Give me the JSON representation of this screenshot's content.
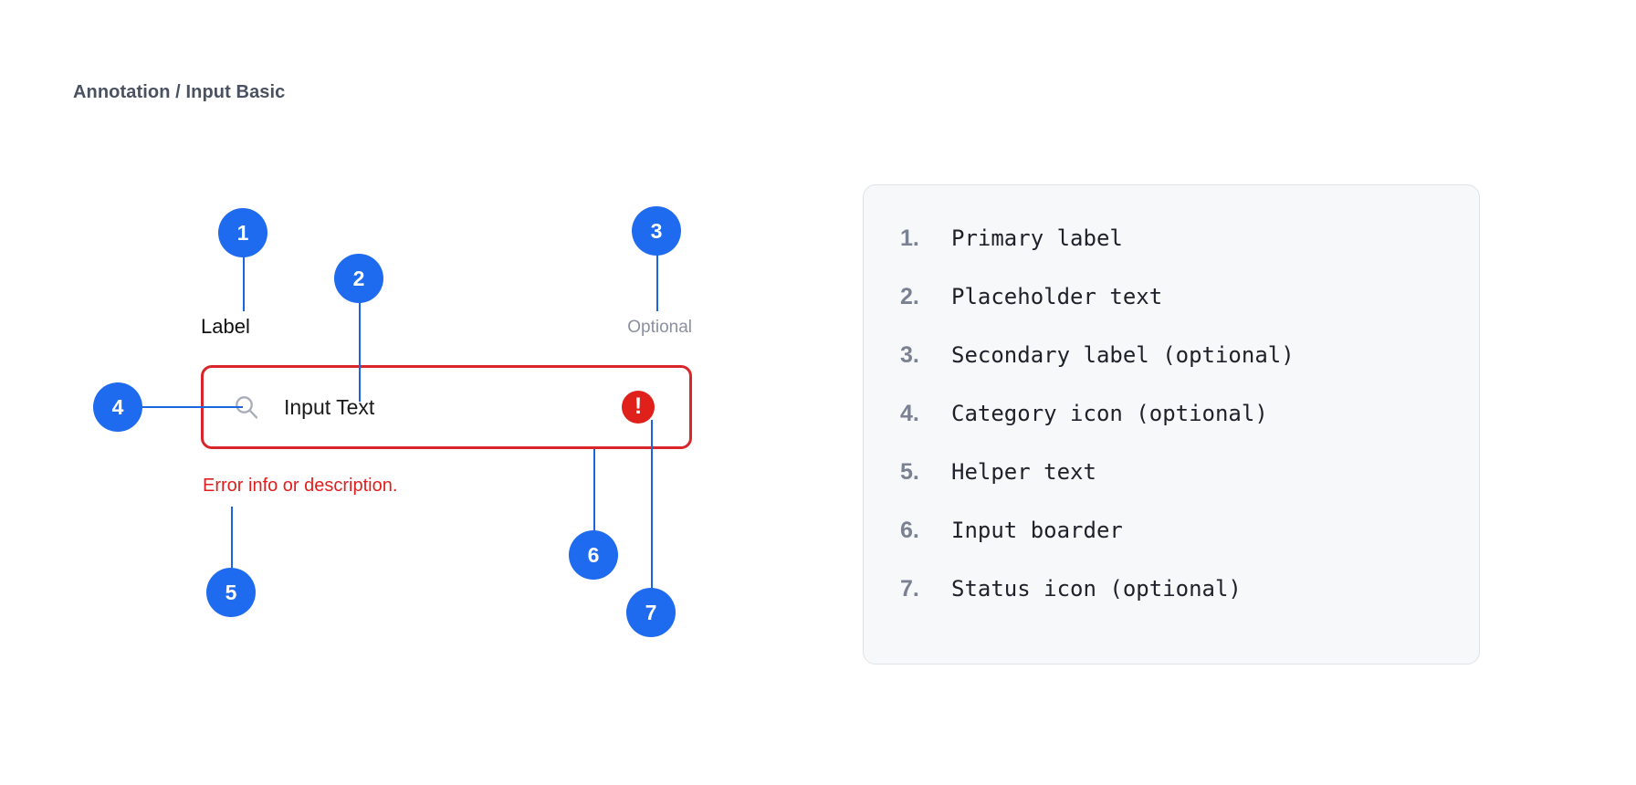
{
  "page": {
    "title": "Annotation / Input Basic",
    "accent_blue": "#1f6bef",
    "error_red": "#e0201b",
    "panel_bg": "#f7f8fa"
  },
  "example": {
    "primary_label": "Label",
    "secondary_label": "Optional",
    "input_value": "Input Text",
    "input_placeholder": "Input Text",
    "helper_text": "Error info or description.",
    "category_icon": "search-icon",
    "status_icon": "error-exclamation-icon"
  },
  "callouts": [
    {
      "number": "1"
    },
    {
      "number": "2"
    },
    {
      "number": "3"
    },
    {
      "number": "4"
    },
    {
      "number": "5"
    },
    {
      "number": "6"
    },
    {
      "number": "7"
    }
  ],
  "legend": {
    "items": [
      {
        "num": "1.",
        "text": "Primary label"
      },
      {
        "num": "2.",
        "text": "Placeholder text"
      },
      {
        "num": "3.",
        "text": "Secondary label (optional)"
      },
      {
        "num": "4.",
        "text": "Category icon (optional)"
      },
      {
        "num": "5.",
        "text": "Helper text"
      },
      {
        "num": "6.",
        "text": "Input boarder"
      },
      {
        "num": "7.",
        "text": "Status icon (optional)"
      }
    ]
  }
}
